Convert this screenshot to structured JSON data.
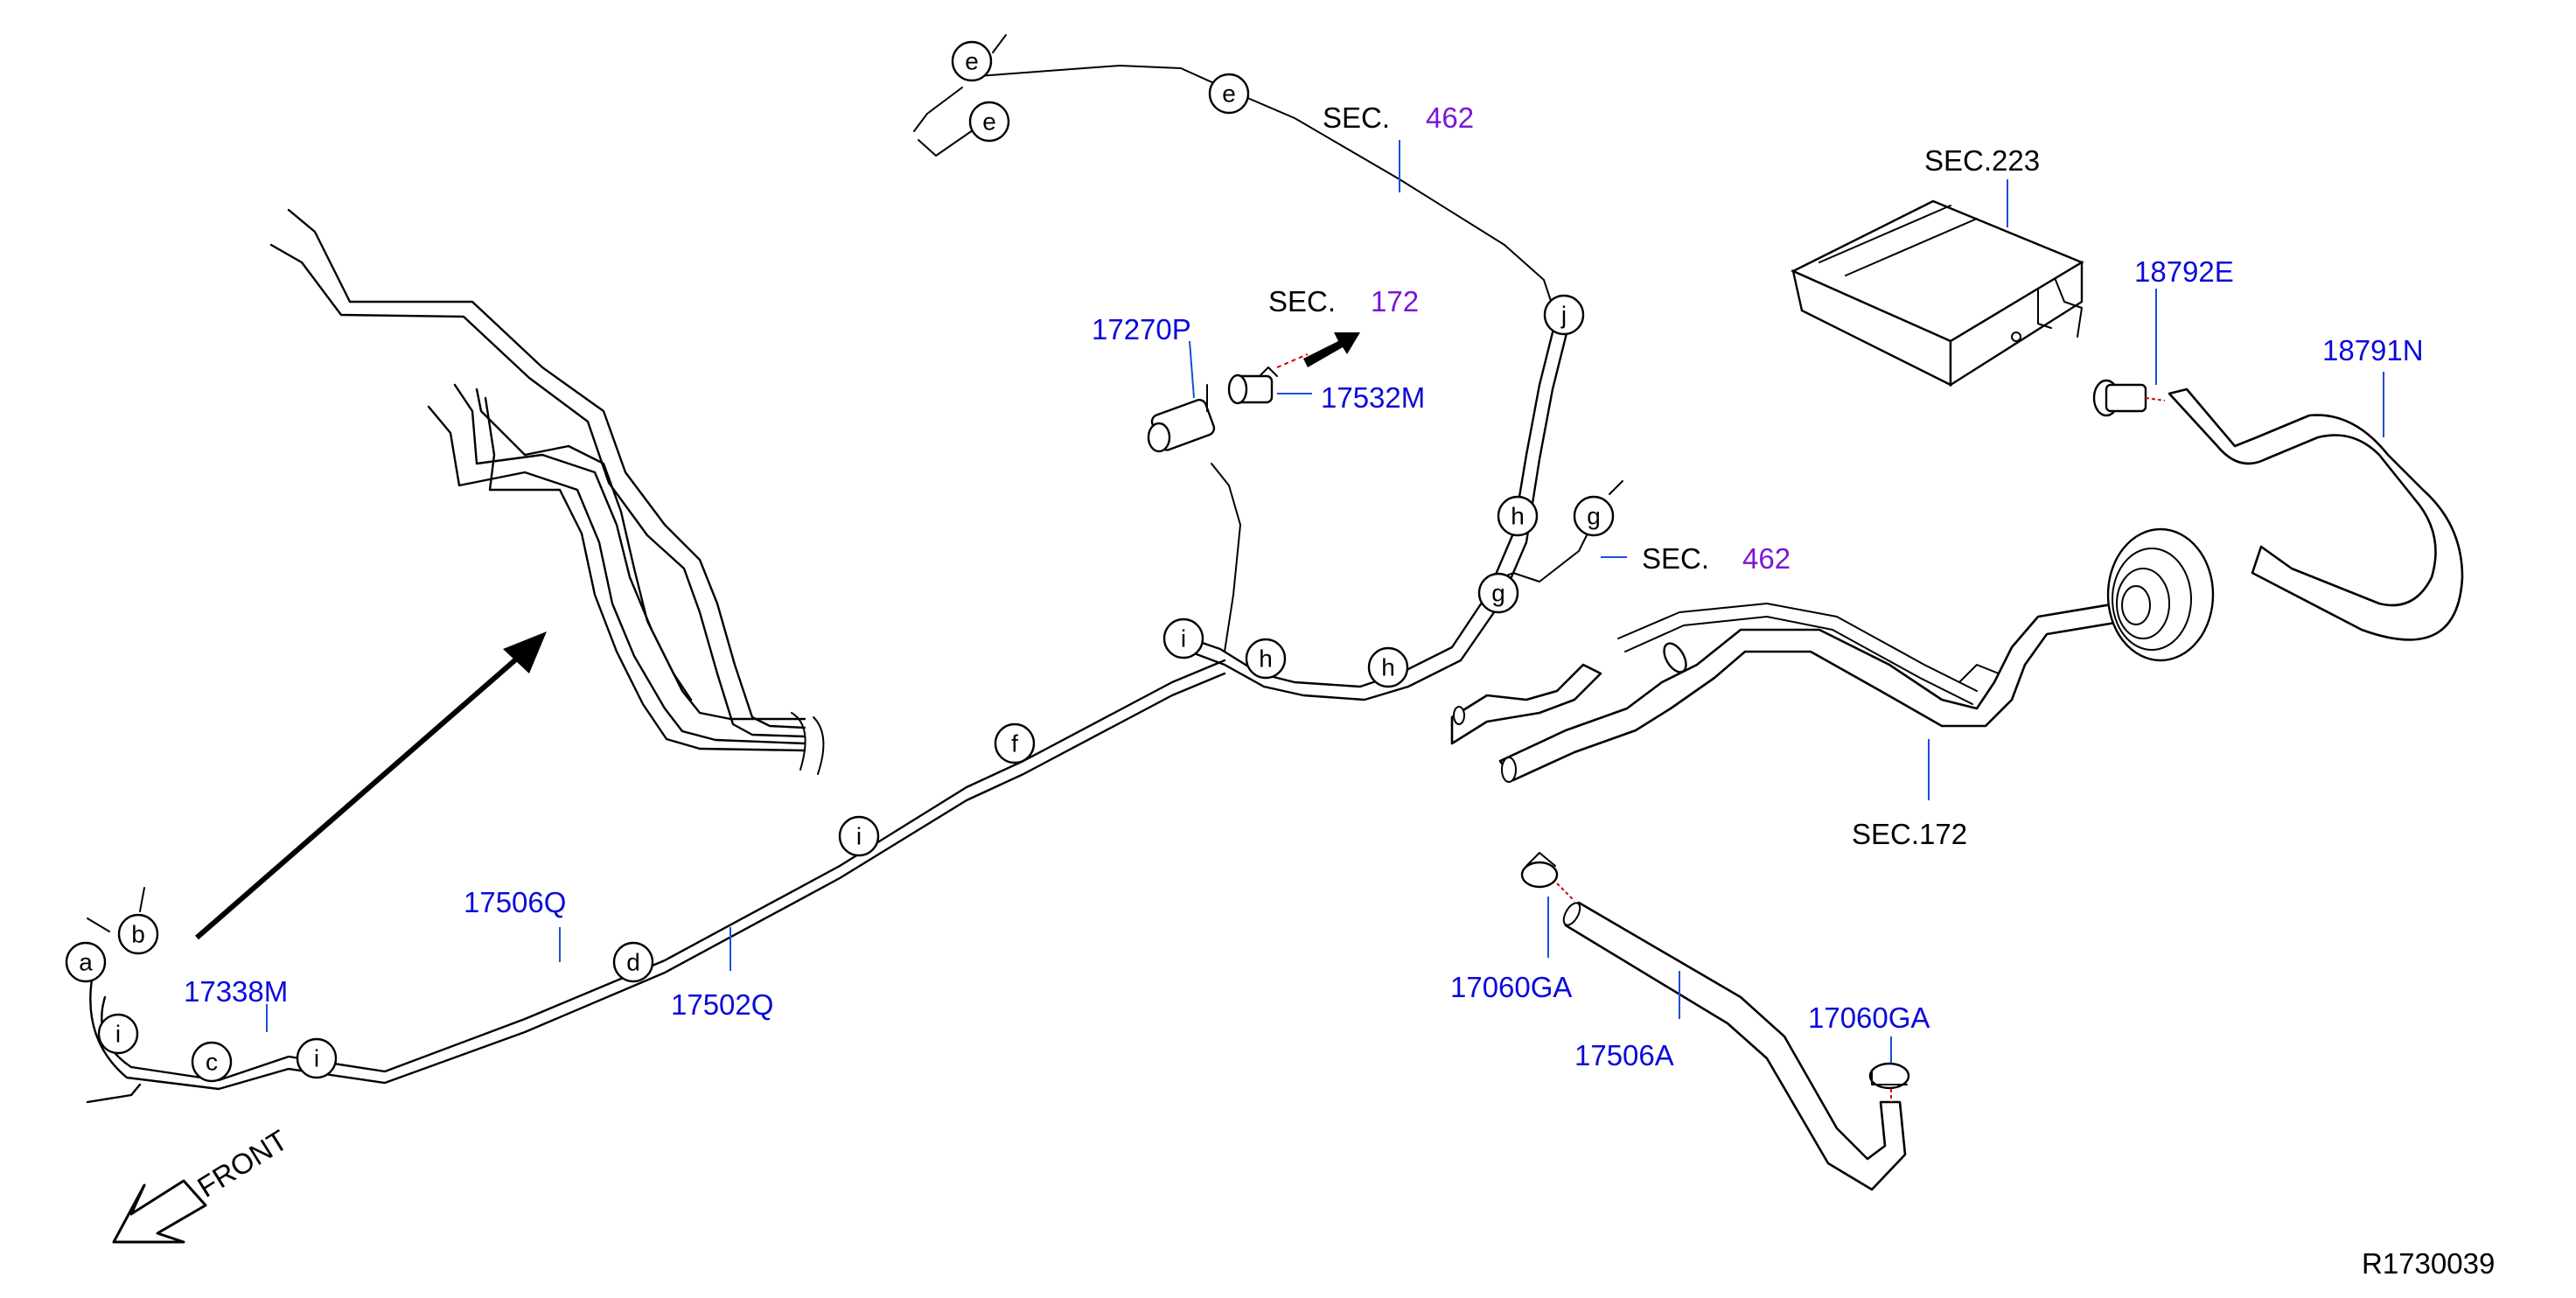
{
  "diagram_id": "R1730039",
  "sections": {
    "top_sec_label": "SEC.",
    "top_sec_num": "462",
    "mid_sec_label": "SEC.",
    "mid_sec_num": "172",
    "right_sec_label": "SEC.",
    "right_sec_num": "462",
    "canister_sec": "SEC.223",
    "filler_sec": "SEC.172"
  },
  "part_numbers": {
    "p17270P": "17270P",
    "p17532M": "17532M",
    "p18792E": "18792E",
    "p18791N": "18791N",
    "p17506Q": "17506Q",
    "p17338M": "17338M",
    "p17502Q": "17502Q",
    "p17060GA_left": "17060GA",
    "p17506A": "17506A",
    "p17060GA_right": "17060GA"
  },
  "connectors": {
    "a": "a",
    "b": "b",
    "c": "c",
    "d": "d",
    "e": "e",
    "f": "f",
    "g": "g",
    "h": "h",
    "i": "i",
    "j": "j"
  },
  "front_label": "FRONT",
  "colors": {
    "part_number": "#0a0adc",
    "section_number": "#7b16d6",
    "leader_line": "#1a4fd6",
    "line_art": "#000000"
  }
}
